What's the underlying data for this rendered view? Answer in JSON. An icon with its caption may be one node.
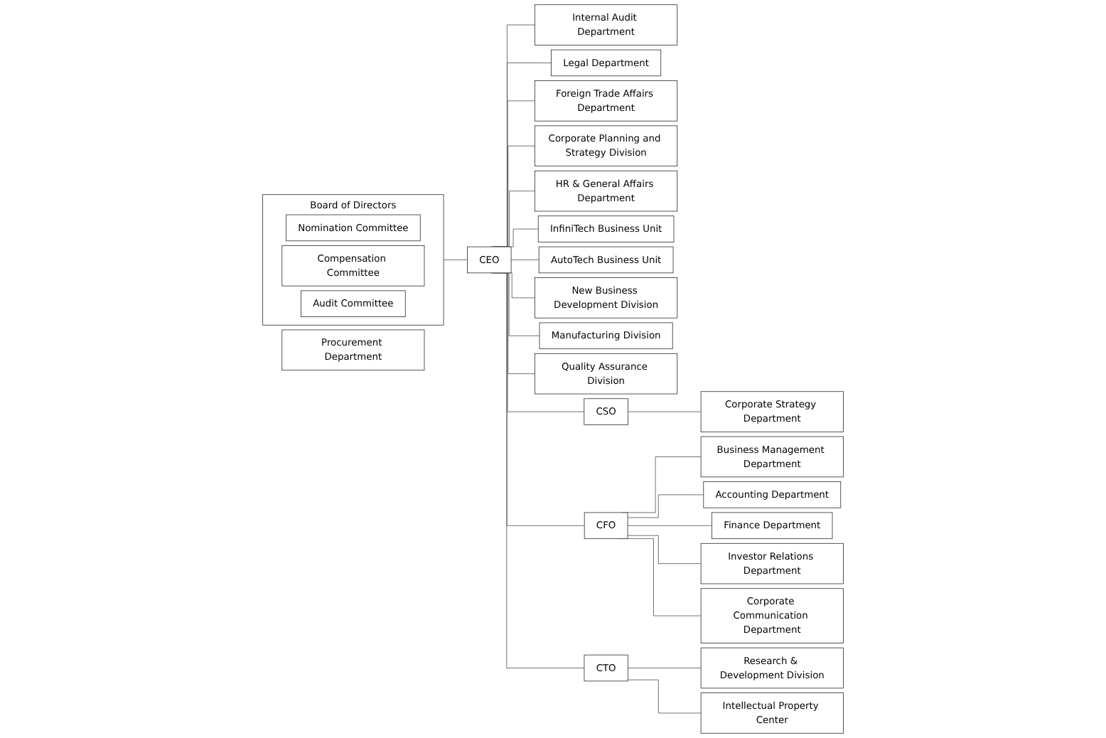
{
  "diagram": {
    "nodes": [
      {
        "text": [
          "Board of Directors"
        ]
      },
      {
        "text": [
          "Nomination Committee"
        ],
        "in": 0
      },
      {
        "text": [
          "Compensation Committee"
        ],
        "in": 0
      },
      {
        "text": [
          "Audit Committee"
        ],
        "in": 0
      },
      {
        "text": [
          "CEO"
        ]
      },
      {
        "text": [
          "Internal Audit Department"
        ]
      },
      {
        "text": [
          "Legal Department"
        ]
      },
      {
        "text": [
          "Foreign Trade Affairs Department"
        ]
      },
      {
        "text": [
          "Corporate Planning and Strategy Division"
        ]
      },
      {
        "text": [
          "HR & General Affairs Department"
        ]
      },
      {
        "text": [
          "InfiniTech Business Unit"
        ]
      },
      {
        "text": [
          "AutoTech Business Unit"
        ]
      },
      {
        "text": [
          "New Business Development Division"
        ]
      },
      {
        "text": [
          "Manufacturing Division"
        ]
      },
      {
        "text": [
          "Procurement Department"
        ]
      },
      {
        "text": [
          "Quality Assurance Division"
        ]
      },
      {
        "text": [
          "CSO"
        ]
      },
      {
        "text": [
          "Corporate Strategy Department"
        ]
      },
      {
        "text": [
          "CFO"
        ]
      },
      {
        "text": [
          "Business Management Department"
        ]
      },
      {
        "text": [
          "Accounting Department"
        ]
      },
      {
        "text": [
          "Finance Department"
        ]
      },
      {
        "text": [
          "Investor Relations Department"
        ]
      },
      {
        "text": [
          "Corporate Communication Department"
        ]
      },
      {
        "text": [
          "CTO"
        ]
      },
      {
        "text": [
          "Research & Development Division"
        ]
      },
      {
        "text": [
          "Intellectual Property Center"
        ]
      }
    ],
    "edges": [
      {
        "from": 0,
        "to": 4,
        "arrow": "none"
      },
      {
        "from": 4,
        "to": 5,
        "arrow": "none"
      },
      {
        "from": 4,
        "to": 6,
        "arrow": "none"
      },
      {
        "from": 4,
        "to": 7,
        "arrow": "none"
      },
      {
        "from": 4,
        "to": 8,
        "arrow": "none"
      },
      {
        "from": 4,
        "to": 9,
        "arrow": "none"
      },
      {
        "from": 4,
        "to": 10,
        "arrow": "none"
      },
      {
        "from": 4,
        "to": 11,
        "arrow": "none"
      },
      {
        "from": 4,
        "to": 12,
        "arrow": "none"
      },
      {
        "from": 4,
        "to": 13,
        "arrow": "none"
      },
      {
        "from": 4,
        "to": 15,
        "arrow": "none"
      },
      {
        "from": 4,
        "to": 16,
        "arrow": "none"
      },
      {
        "from": 4,
        "to": 18,
        "arrow": "none"
      },
      {
        "from": 4,
        "to": 24,
        "arrow": "none"
      },
      {
        "from": 16,
        "to": 17,
        "arrow": "none"
      },
      {
        "from": 18,
        "to": 19,
        "arrow": "none"
      },
      {
        "from": 18,
        "to": 20,
        "arrow": "none"
      },
      {
        "from": 18,
        "to": 21,
        "arrow": "none"
      },
      {
        "from": 18,
        "to": 22,
        "arrow": "none"
      },
      {
        "from": 18,
        "to": 23,
        "arrow": "none"
      },
      {
        "from": 24,
        "to": 25,
        "arrow": "none"
      },
      {
        "from": 24,
        "to": 26,
        "arrow": "none"
      }
    ]
  }
}
